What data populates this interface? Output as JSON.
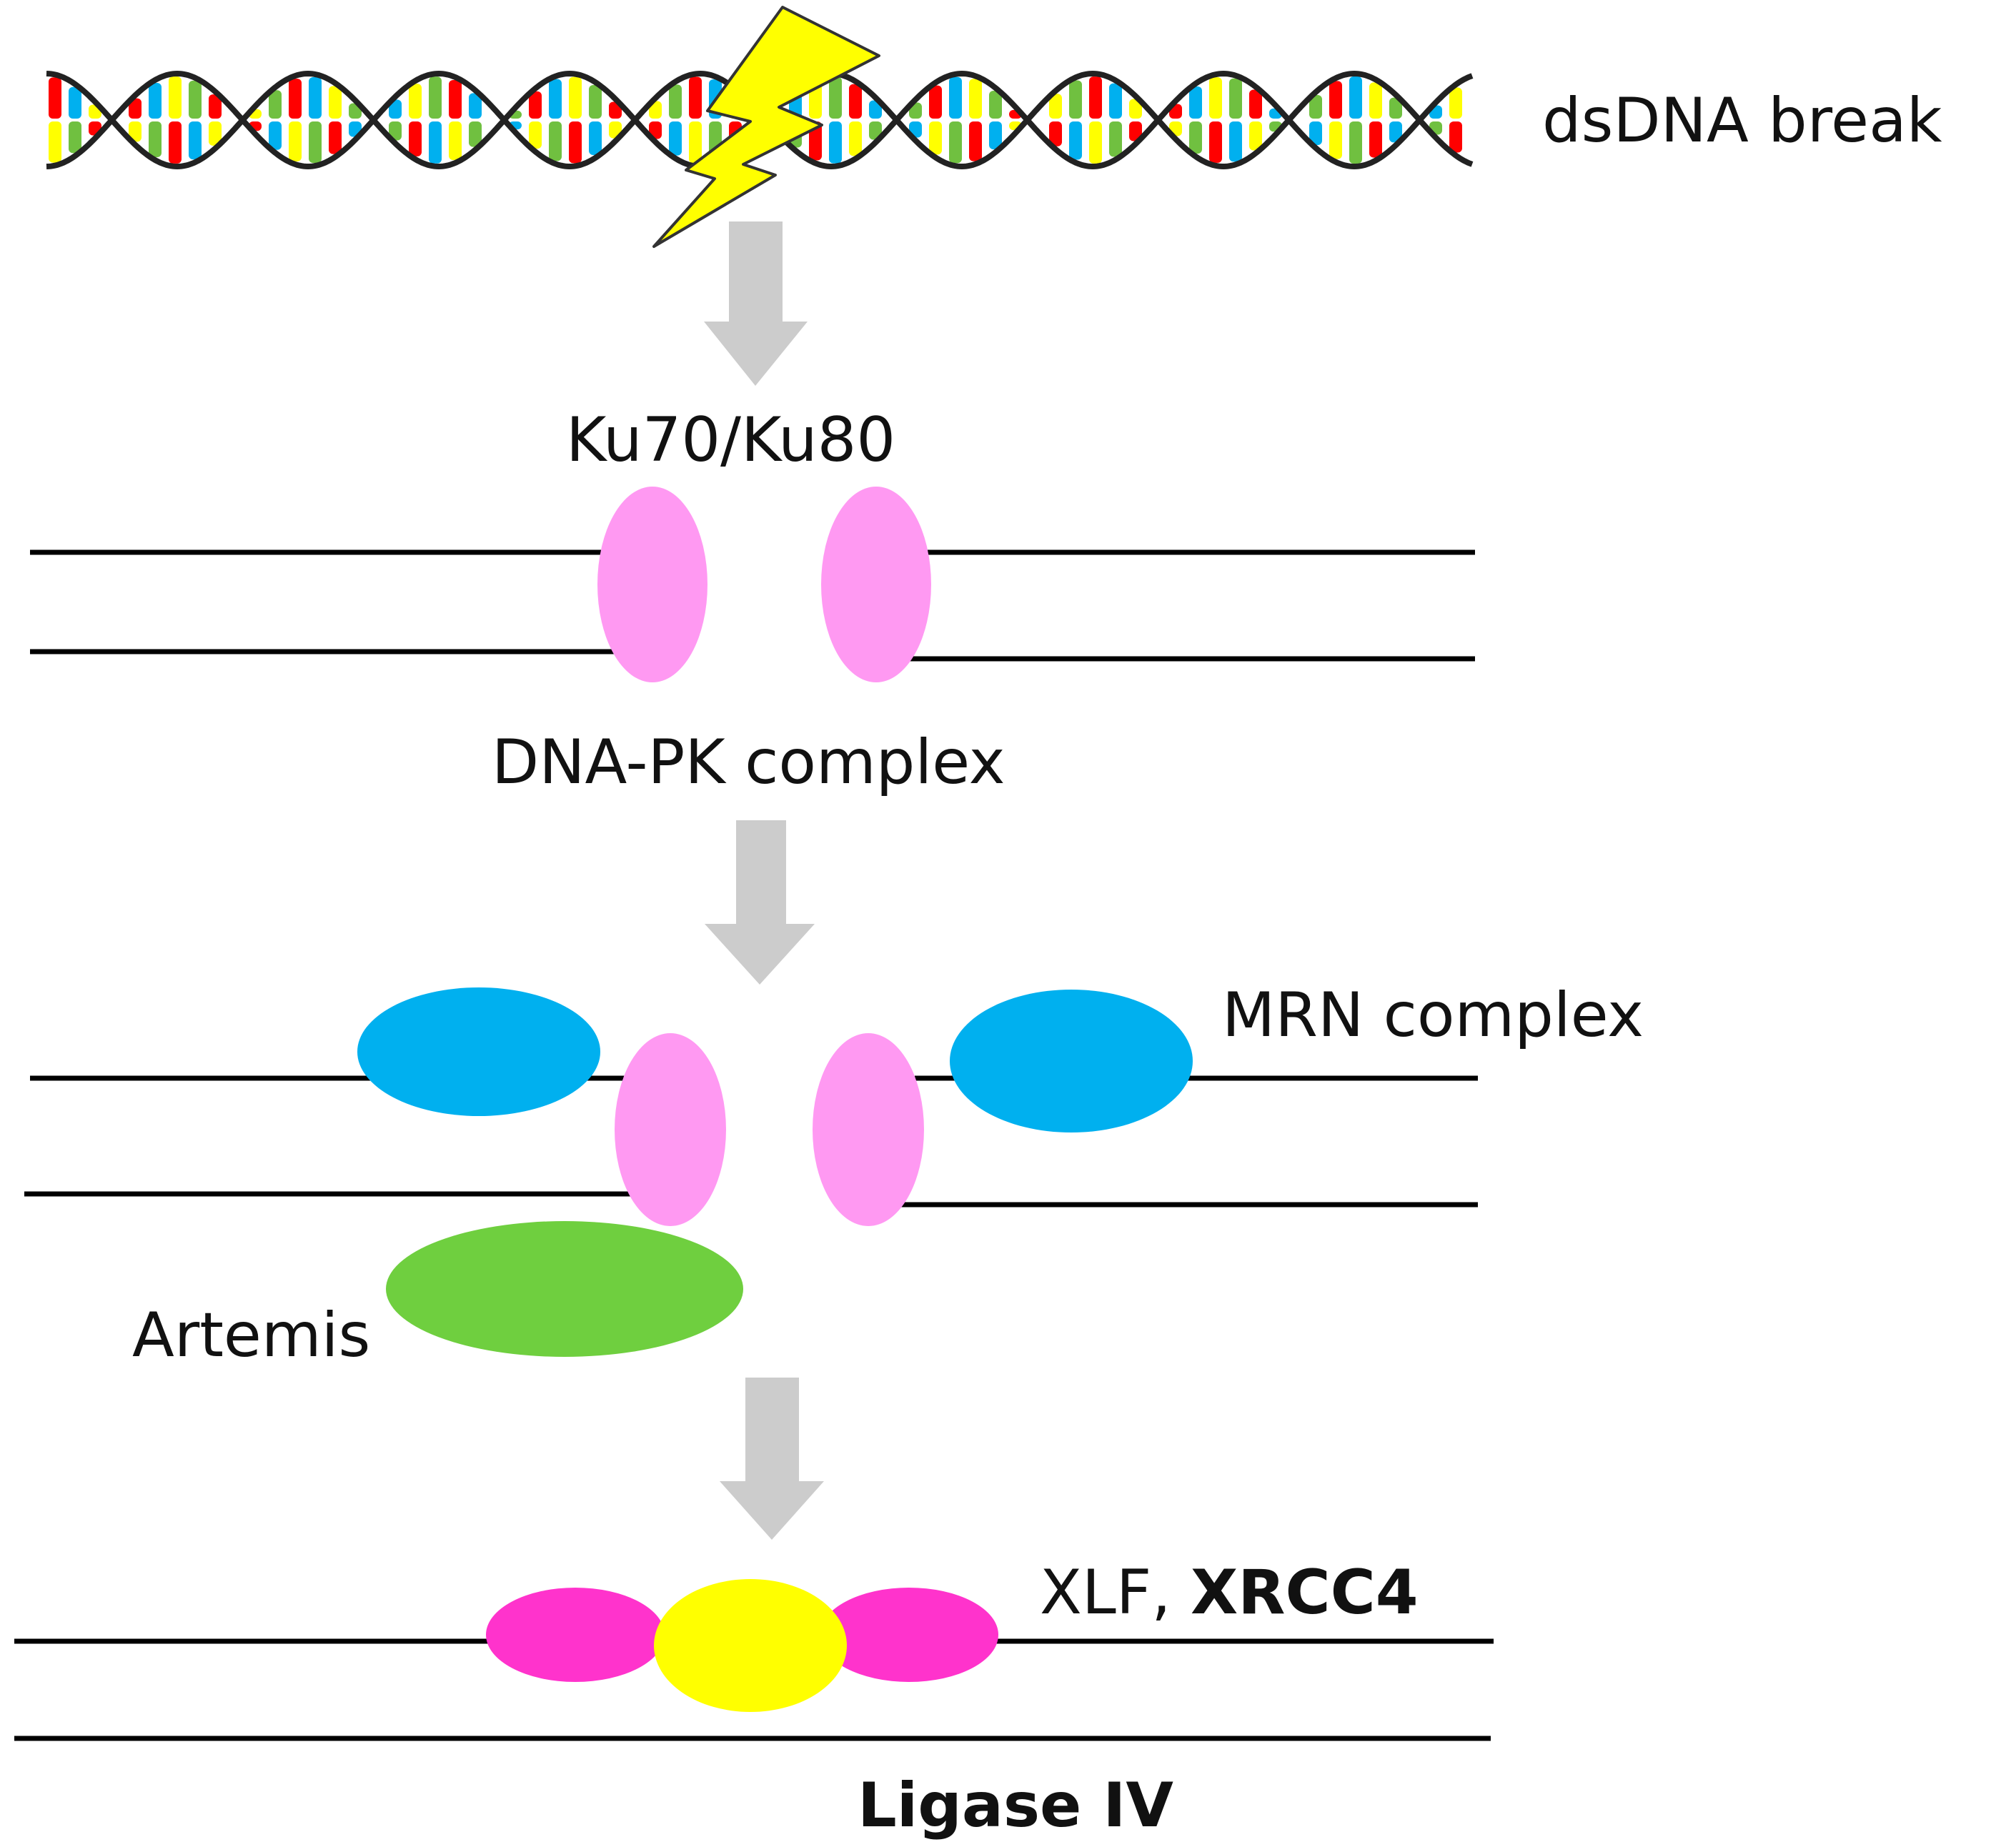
{
  "labels": {
    "dsdna_break": "dsDNA break",
    "ku70_ku80": "Ku70/Ku80",
    "dna_pk_complex": "DNA-PK complex",
    "mrn_complex": "MRN complex",
    "artemis": "Artemis",
    "xlf_prefix": "XLF, ",
    "xrcc4": "XRCC4",
    "ligase_iv": "Ligase IV"
  },
  "colors": {
    "ku_pink": "#ff99f2",
    "mrn_blue": "#00b0ef",
    "artemis_green": "#6fcf3f",
    "xlf_magenta": "#ff33cc",
    "ligase_yellow": "#ffff00",
    "arrow_gray": "#cccccc",
    "lightning_yellow": "#ffff00",
    "base_red": "#ff0000",
    "base_blue": "#00b0ef",
    "base_yellow": "#ffff00",
    "base_green": "#70c040"
  }
}
